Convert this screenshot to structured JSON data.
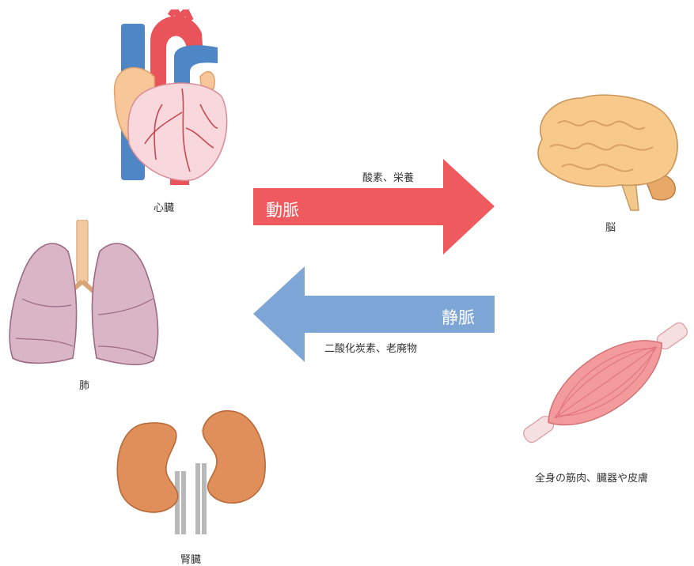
{
  "organs": {
    "heart": "心臓",
    "lungs": "肺",
    "kidneys": "腎臓",
    "brain": "脳",
    "muscle": "全身の筋肉、臓器や皮膚"
  },
  "arteries": {
    "label": "動脈",
    "note": "酸素、栄養",
    "color": "#ef5a5f"
  },
  "veins": {
    "label": "静脈",
    "note": "二酸化炭素、老廃物",
    "color": "#7da6d7"
  }
}
